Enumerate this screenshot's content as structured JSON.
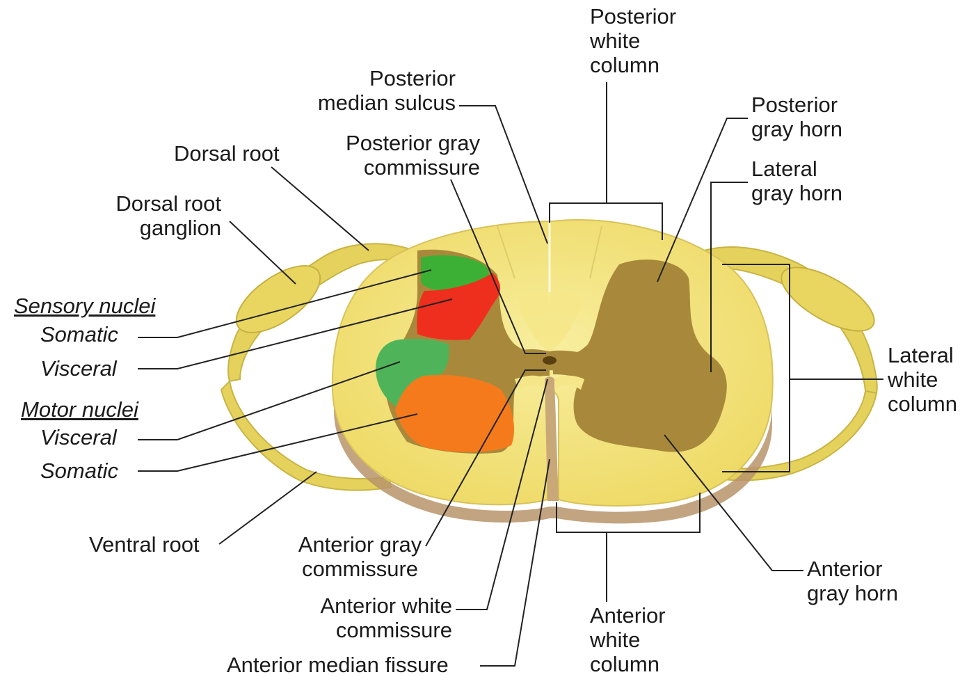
{
  "colors": {
    "white_matter": "#f2e27a",
    "white_matter_light": "#f7ec9c",
    "gray_matter": "#a8893b",
    "sensory_somatic": "#3cb034",
    "sensory_visceral": "#ee2f1e",
    "motor_visceral": "#4fb459",
    "motor_somatic": "#f57a1c",
    "root": "#e2cf55",
    "leader_line": "#222222"
  },
  "labels": {
    "posterior_white_column": "Posterior\nwhite\ncolumn",
    "posterior_median_sulcus": "Posterior\nmedian sulcus",
    "posterior_gray_horn": "Posterior\ngray horn",
    "lateral_gray_horn": "Lateral\ngray horn",
    "dorsal_root": "Dorsal root",
    "posterior_gray_commissure": "Posterior gray\ncommissure",
    "dorsal_root_ganglion": "Dorsal root\nganglion",
    "sensory_nuclei": "Sensory nuclei",
    "sensory_somatic": "Somatic",
    "sensory_visceral": "Visceral",
    "motor_nuclei": "Motor nuclei",
    "motor_visceral": "Visceral",
    "motor_somatic": "Somatic",
    "lateral_white_column": "Lateral\nwhite\ncolumn",
    "ventral_root": "Ventral root",
    "anterior_gray_commissure": "Anterior gray\ncommissure",
    "anterior_white_commissure": "Anterior white\ncommissure",
    "anterior_median_fissure": "Anterior median fissure",
    "anterior_white_column": "Anterior\nwhite\ncolumn",
    "anterior_gray_horn": "Anterior\ngray horn"
  }
}
